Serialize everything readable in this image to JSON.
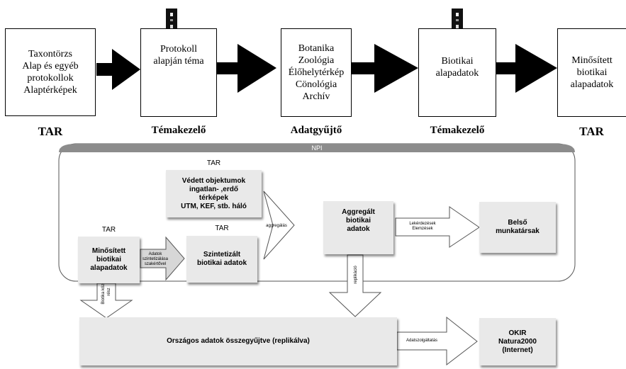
{
  "top_flow": {
    "boxes": [
      {
        "lines": [
          "Taxontörzs",
          "Alap és egyéb",
          "protokollok",
          "Alaptérképek"
        ],
        "role": "TAR"
      },
      {
        "lines": [
          "Protokoll",
          "alapján téma"
        ],
        "role": "Témakezelő"
      },
      {
        "lines": [
          "Botanika",
          "Zoológia",
          "Élőhelytérkép",
          "Cönológia",
          "Archív"
        ],
        "role": "Adatgyűjtő"
      },
      {
        "lines": [
          "Biotikai",
          "alapadatok"
        ],
        "role": "Témakezelő"
      },
      {
        "lines": [
          "Minősített",
          "biotikai",
          "alapadatok"
        ],
        "role": "TAR"
      }
    ]
  },
  "npi": {
    "title": "NPI",
    "vedett": {
      "tar": "TAR",
      "lines": [
        "Védett objektumok",
        "ingatlan- ,erdő",
        "térképek",
        "UTM, KEF, stb. háló"
      ]
    },
    "minositett": {
      "tar": "TAR",
      "lines": [
        "Minősített",
        "biotikai",
        "alapadatok"
      ]
    },
    "szintetizalt": {
      "tar": "TAR",
      "lines": [
        "Szintetizált",
        "biotikai adatok"
      ]
    },
    "aggregalt": {
      "lines": [
        "Aggregált",
        "biotikai",
        "adatok"
      ]
    },
    "belso": {
      "lines": [
        "Belső",
        "munkatársak"
      ]
    },
    "arrow_adatok": [
      "Adatok",
      "szintetizálása",
      "szakértővel"
    ],
    "arrow_aggregalas": "aggregálás",
    "arrow_lekerdezesek": [
      "Lekérdezések",
      "Elemzések"
    ],
    "arrow_replikacio": "replikáció",
    "arrow_biotika": [
      "Biotika közös",
      "rész"
    ]
  },
  "bottom": {
    "orszagos": "Országos adatok összegyűjtve (replikálva)",
    "adatszolgaltatas": "Adatszolgáltatás",
    "okir": [
      "OKIR",
      "Natura2000",
      "(Internet)"
    ]
  }
}
